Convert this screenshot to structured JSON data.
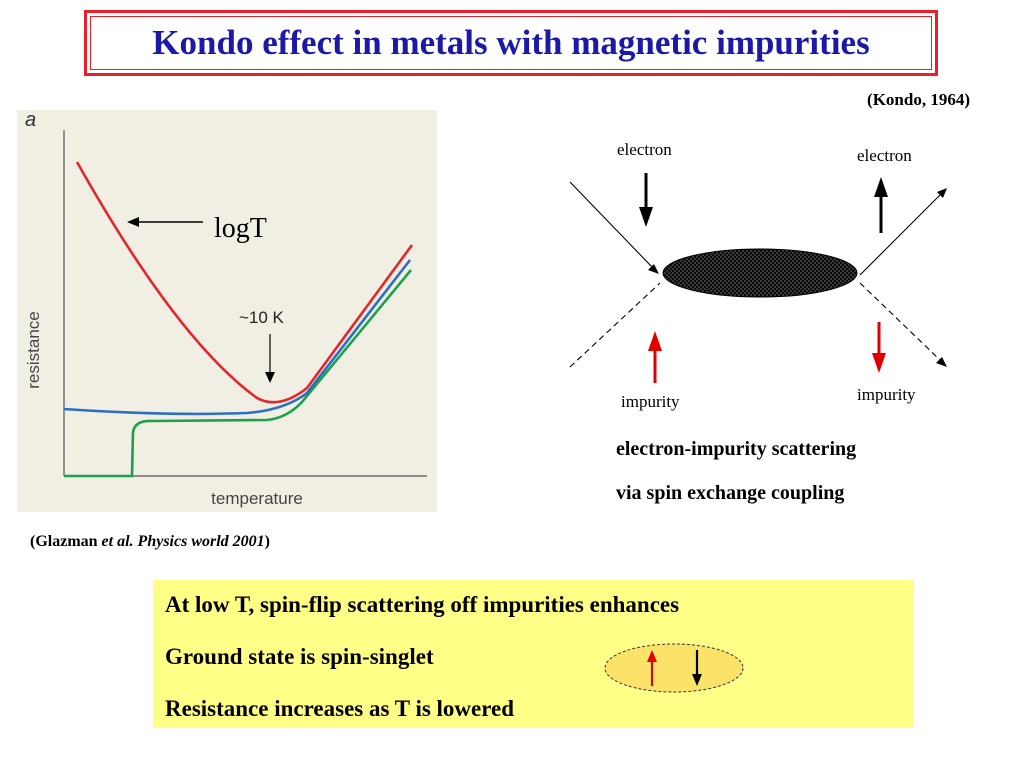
{
  "title": "Kondo effect in metals with magnetic impurities",
  "citation_kondo": "(Kondo, 1964)",
  "graph": {
    "panel_label": "a",
    "ylabel": "resistance",
    "xlabel": "temperature",
    "logt_label": "logT",
    "min_label": "~10 K"
  },
  "citation_glazman": {
    "prefix": "(Glazman ",
    "italic": "et al. Physics world 2001",
    "suffix": ")"
  },
  "scattering": {
    "electron_in": "electron",
    "electron_out": "electron",
    "impurity_in": "impurity",
    "impurity_out": "impurity",
    "caption_line1": "electron-impurity scattering",
    "caption_line2": "via spin exchange coupling"
  },
  "summary": {
    "line1": "At low T, spin-flip scattering off impurities enhances",
    "line2": "Ground state is spin-singlet",
    "line3": "Resistance increases as T is lowered"
  },
  "colors": {
    "title": "#1a1aa6",
    "title_border": "#e8202a",
    "curve_red": "#e2262b",
    "curve_blue": "#2b6fc4",
    "curve_green": "#1ea04a",
    "panel_bg": "#f1efe4",
    "summary_bg": "#ffff88",
    "singlet_fill": "#fbe36a",
    "spin_up": "#e00000"
  }
}
